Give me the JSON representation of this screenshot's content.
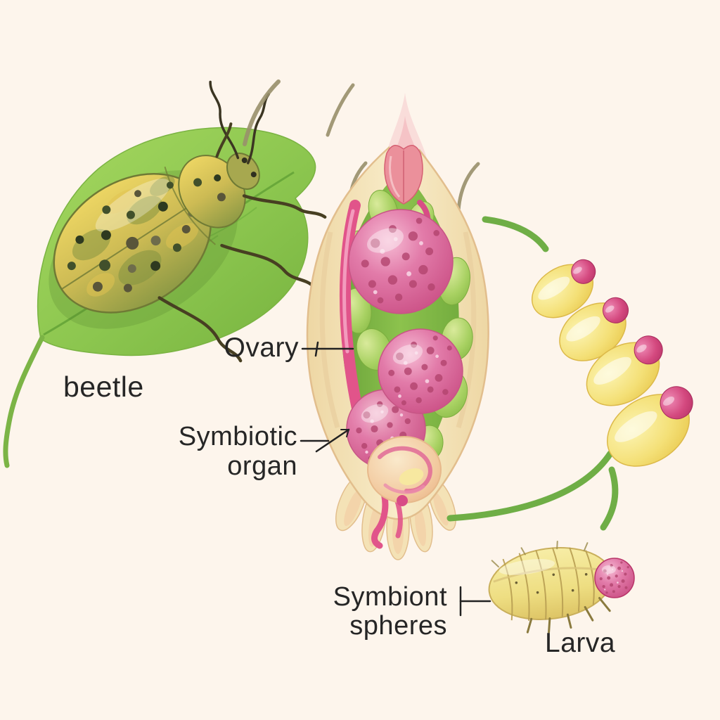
{
  "diagram": {
    "type": "scientific illustration",
    "subject": "beetle symbiotic organ and egg/larva cycle",
    "background_color": "#fdf5ec",
    "labels": {
      "beetle": "beetle",
      "ovary": "Ovary",
      "symbiotic_organ": {
        "line1": "Symbiotic",
        "line2": "organ"
      },
      "symbiont_spheres": {
        "line1": "Symbiont",
        "line2": "spheres"
      },
      "larva": "Larva"
    },
    "counts": {
      "eggs": 4,
      "symbiont_spheres_in_ovary": 3,
      "green_arrows": 3
    },
    "colors": {
      "leaf_green": "#8dc551",
      "arrow_green": "#6fae46",
      "ovary_wall_cream": "#f4e2b6",
      "ovary_inner_green": "#86bc49",
      "symbiont_sphere_pink": "#e06c9f",
      "oviduct_pink": "#e1548a",
      "egg_yellow": "#f5e27a",
      "egg_cap_magenta": "#d4497f",
      "larva_yellow": "#efe084",
      "label_text": "#262626"
    }
  }
}
